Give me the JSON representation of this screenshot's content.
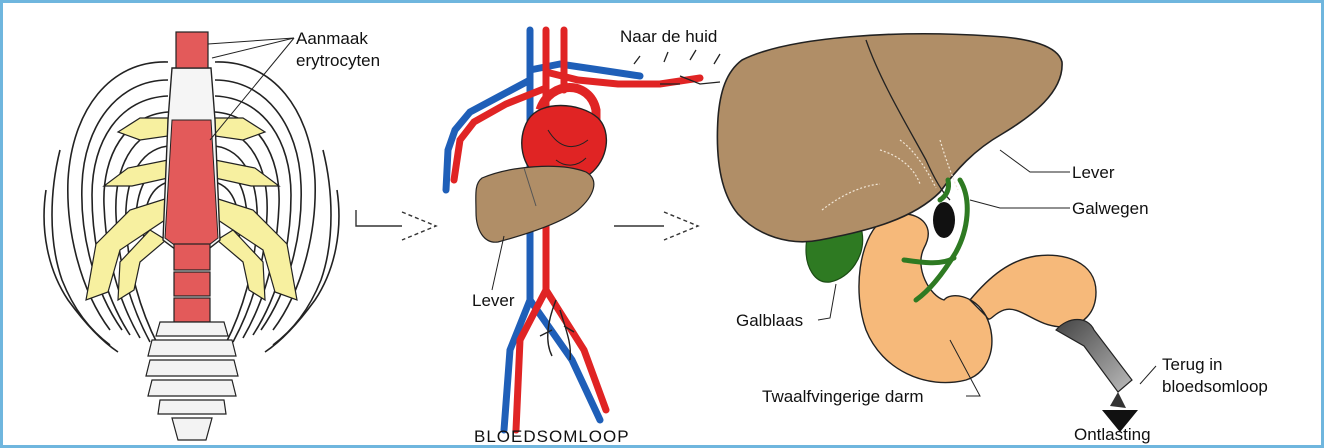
{
  "panels": {
    "ribcage": {
      "label_line1": "Aanmaak",
      "label_line2": "erytrocyten"
    },
    "circulation": {
      "label_skin": "Naar de huid",
      "label_liver": "Lever",
      "title": "BLOEDSOMLOOP"
    },
    "liver": {
      "label_liver": "Lever",
      "label_bile_ducts": "Galwegen",
      "label_gallbladder": "Galblaas",
      "label_duodenum": "Twaalfvingerige darm",
      "label_return_line1": "Terug in",
      "label_return_line2": "bloedsomloop",
      "label_stool": "Ontlasting"
    }
  },
  "colors": {
    "border": "#6fb6de",
    "marrow": "#e35a5a",
    "sternum_ribs": "#f7f0a0",
    "artery": "#e02424",
    "vein": "#1f5fb8",
    "liver": "#b08e67",
    "gallbladder": "#2e7a22",
    "intestine": "#f6b97a"
  }
}
